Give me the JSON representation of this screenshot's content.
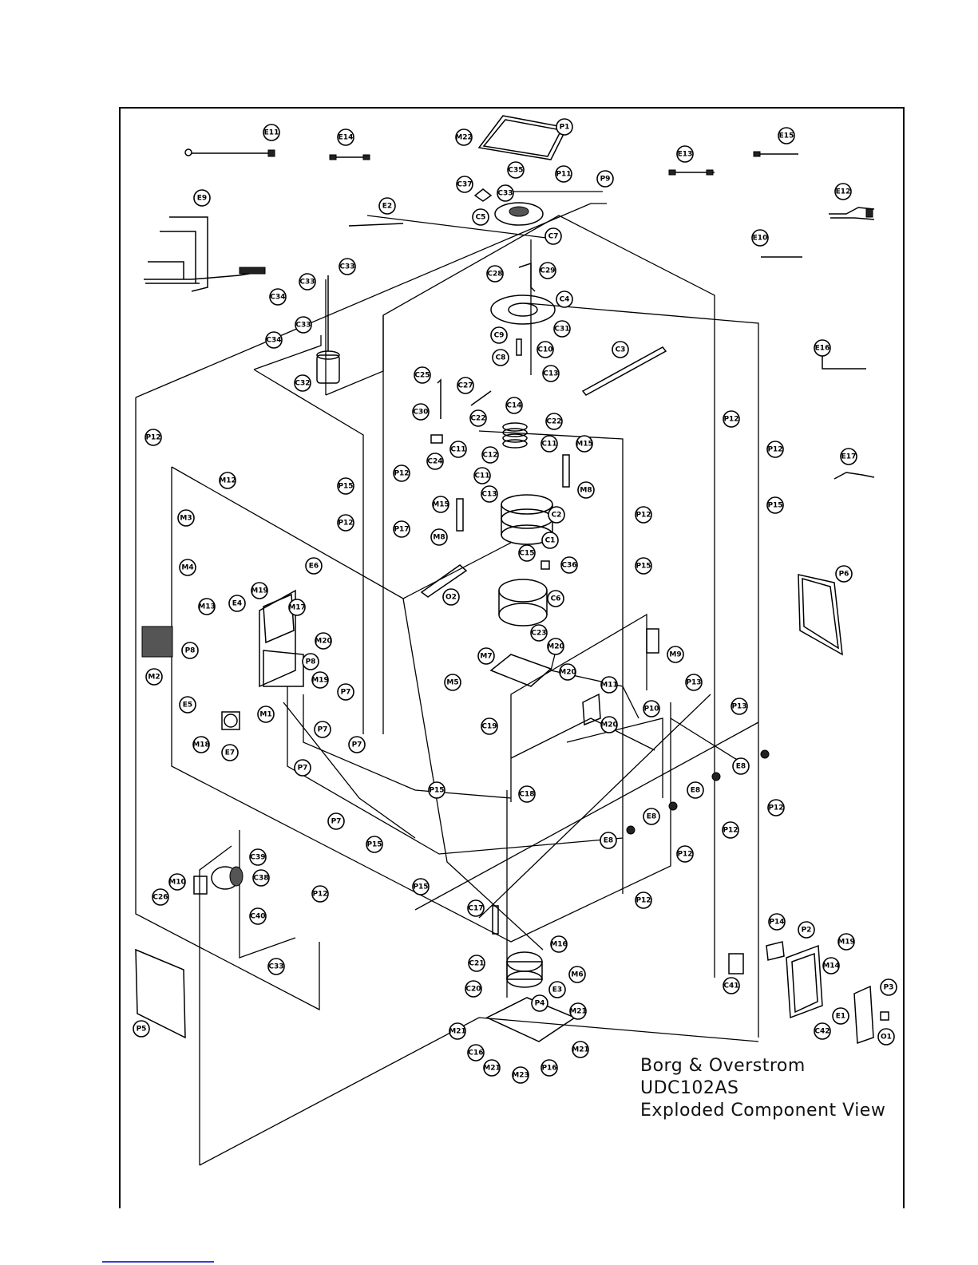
{
  "title_block": {
    "line1": "Borg & Overstrom",
    "line2": "UDC102AS",
    "line3": "Exploded Component View"
  },
  "callouts": [
    {
      "label": "E11"
    },
    {
      "label": "E14"
    },
    {
      "label": "M22"
    },
    {
      "label": "P1"
    },
    {
      "label": "E13"
    },
    {
      "label": "E15"
    },
    {
      "label": "C35"
    },
    {
      "label": "P11"
    },
    {
      "label": "P9"
    },
    {
      "label": "C37"
    },
    {
      "label": "C33"
    },
    {
      "label": "E12"
    },
    {
      "label": "E9"
    },
    {
      "label": "E2"
    },
    {
      "label": "C5"
    },
    {
      "label": "C7"
    },
    {
      "label": "E10"
    },
    {
      "label": "C33"
    },
    {
      "label": "C29"
    },
    {
      "label": "C33"
    },
    {
      "label": "C28"
    },
    {
      "label": "C34"
    },
    {
      "label": "C4"
    },
    {
      "label": "C33"
    },
    {
      "label": "C9"
    },
    {
      "label": "C31"
    },
    {
      "label": "C34"
    },
    {
      "label": "C3"
    },
    {
      "label": "C8"
    },
    {
      "label": "C10"
    },
    {
      "label": "E16"
    },
    {
      "label": "C32"
    },
    {
      "label": "C25"
    },
    {
      "label": "C13"
    },
    {
      "label": "C27"
    },
    {
      "label": "C30"
    },
    {
      "label": "C14"
    },
    {
      "label": "P12"
    },
    {
      "label": "C22"
    },
    {
      "label": "C22"
    },
    {
      "label": "P12"
    },
    {
      "label": "P12"
    },
    {
      "label": "C24"
    },
    {
      "label": "C11"
    },
    {
      "label": "C11"
    },
    {
      "label": "M15"
    },
    {
      "label": "C12"
    },
    {
      "label": "E17"
    },
    {
      "label": "M12"
    },
    {
      "label": "C11"
    },
    {
      "label": "P12"
    },
    {
      "label": "P15"
    },
    {
      "label": "C13"
    },
    {
      "label": "M8"
    },
    {
      "label": "P15"
    },
    {
      "label": "M15"
    },
    {
      "label": "M3"
    },
    {
      "label": "C2"
    },
    {
      "label": "P12"
    },
    {
      "label": "P12"
    },
    {
      "label": "P17"
    },
    {
      "label": "M8"
    },
    {
      "label": "C1"
    },
    {
      "label": "P6"
    },
    {
      "label": "C15"
    },
    {
      "label": "M4"
    },
    {
      "label": "E6"
    },
    {
      "label": "C36"
    },
    {
      "label": "P15"
    },
    {
      "label": "O2"
    },
    {
      "label": "M19"
    },
    {
      "label": "E4"
    },
    {
      "label": "C6"
    },
    {
      "label": "M13"
    },
    {
      "label": "M17"
    },
    {
      "label": "C23"
    },
    {
      "label": "M20"
    },
    {
      "label": "M9"
    },
    {
      "label": "M20"
    },
    {
      "label": "P8"
    },
    {
      "label": "M7"
    },
    {
      "label": "P8"
    },
    {
      "label": "M2"
    },
    {
      "label": "M20"
    },
    {
      "label": "M19"
    },
    {
      "label": "M5"
    },
    {
      "label": "P13"
    },
    {
      "label": "P7"
    },
    {
      "label": "E5"
    },
    {
      "label": "M11"
    },
    {
      "label": "M1"
    },
    {
      "label": "P10"
    },
    {
      "label": "P13"
    },
    {
      "label": "P7"
    },
    {
      "label": "C19"
    },
    {
      "label": "M20"
    },
    {
      "label": "M18"
    },
    {
      "label": "E7"
    },
    {
      "label": "P7"
    },
    {
      "label": "E8"
    },
    {
      "label": "P7"
    },
    {
      "label": "E8"
    },
    {
      "label": "P15"
    },
    {
      "label": "C18"
    },
    {
      "label": "P12"
    },
    {
      "label": "E8"
    },
    {
      "label": "P7"
    },
    {
      "label": "P15"
    },
    {
      "label": "P12"
    },
    {
      "label": "E8"
    },
    {
      "label": "C39"
    },
    {
      "label": "P12"
    },
    {
      "label": "M10"
    },
    {
      "label": "C38"
    },
    {
      "label": "P12"
    },
    {
      "label": "P15"
    },
    {
      "label": "P12"
    },
    {
      "label": "C26"
    },
    {
      "label": "C17"
    },
    {
      "label": "C40"
    },
    {
      "label": "M16"
    },
    {
      "label": "P14"
    },
    {
      "label": "P2"
    },
    {
      "label": "M19"
    },
    {
      "label": "C33"
    },
    {
      "label": "C21"
    },
    {
      "label": "M6"
    },
    {
      "label": "M14"
    },
    {
      "label": "E3"
    },
    {
      "label": "C41"
    },
    {
      "label": "P3"
    },
    {
      "label": "C20"
    },
    {
      "label": "P4"
    },
    {
      "label": "E1"
    },
    {
      "label": "M21"
    },
    {
      "label": "P5"
    },
    {
      "label": "M21"
    },
    {
      "label": "C42"
    },
    {
      "label": "O1"
    },
    {
      "label": "C16"
    },
    {
      "label": "M21"
    },
    {
      "label": "M21"
    },
    {
      "label": "P16"
    },
    {
      "label": "M23"
    }
  ]
}
